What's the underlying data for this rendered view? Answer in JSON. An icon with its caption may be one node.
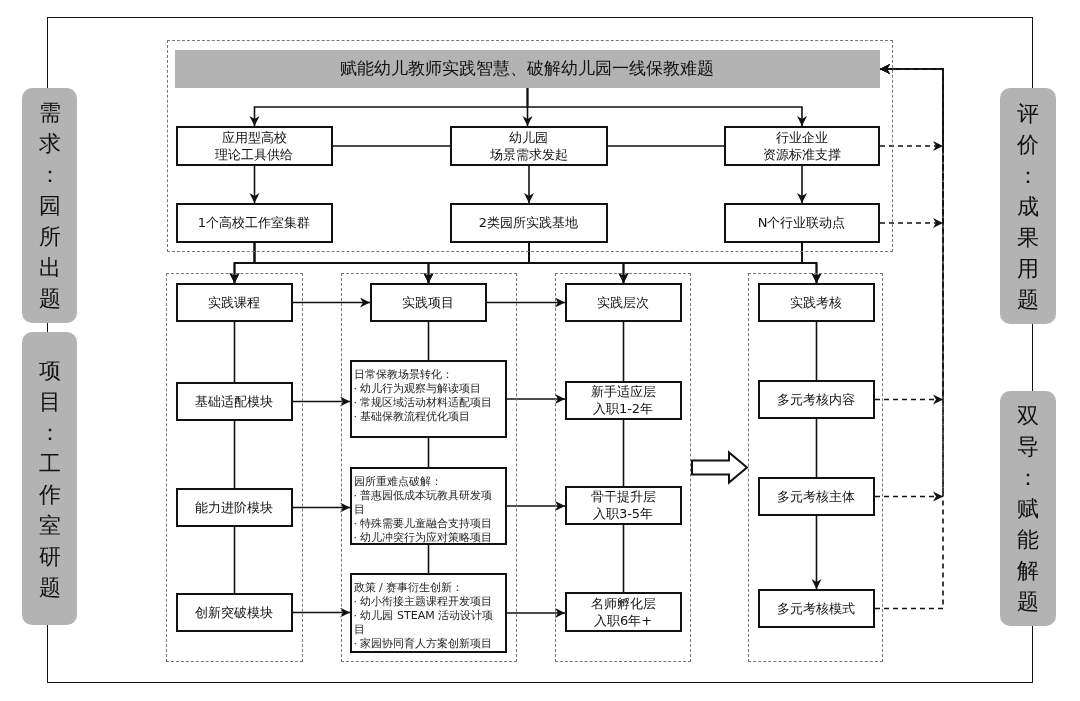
{
  "diagram": {
    "nodes": [
      {
        "text": [],
        "shape": "box"
      },
      {
        "text": [
          "赋能幼儿教师实践智慧、破解幼儿园一线保教难题"
        ],
        "in": 0
      },
      {
        "text": [
          "应用型高校",
          "理论工具供给"
        ],
        "in": 0
      },
      {
        "text": [
          "幼儿园",
          "场景需求发起"
        ],
        "in": 0
      },
      {
        "text": [
          "行业企业",
          "资源标准支撑"
        ],
        "in": 0
      },
      {
        "text": [
          "1个高校工作室集群"
        ],
        "in": 0
      },
      {
        "text": [
          "2类园所实践基地"
        ],
        "in": 0
      },
      {
        "text": [
          "N个行业联动点"
        ],
        "in": 0
      },
      {
        "text": [],
        "shape": "box"
      },
      {
        "text": [
          "实践课程"
        ],
        "in": 8
      },
      {
        "text": [
          "基础适配模块"
        ],
        "in": 8
      },
      {
        "text": [
          "能力进阶模块"
        ],
        "in": 8
      },
      {
        "text": [
          "创新突破模块"
        ],
        "in": 8
      },
      {
        "text": [],
        "shape": "box"
      },
      {
        "text": [
          "实践项目"
        ],
        "in": 13
      },
      {
        "text": [
          "日常保教场景转化：",
          "· 幼儿行为观察与解读项目",
          "· 常规区域活动材料适配项目",
          "· 基础保教流程优化项目"
        ],
        "in": 13
      },
      {
        "text": [
          "园所重难点破解：",
          "· 普惠园低成本玩教具研发项目",
          "· 特殊需要儿童融合支持项目",
          "· 幼儿冲突行为应对策略项目"
        ],
        "in": 13
      },
      {
        "text": [
          "政策 / 赛事衍生创新：",
          "· 幼小衔接主题课程开发项目",
          "· 幼儿园 STEAM 活动设计项目",
          "· 家园协同育人方案创新项目"
        ],
        "in": 13
      },
      {
        "text": [],
        "shape": "box"
      },
      {
        "text": [
          "实践层次"
        ],
        "in": 18
      },
      {
        "text": [
          "新手适应层",
          "入职1-2年"
        ],
        "in": 18
      },
      {
        "text": [
          "骨干提升层",
          "入职3-5年"
        ],
        "in": 18
      },
      {
        "text": [
          "名师孵化层",
          "入职6年+"
        ],
        "in": 18
      },
      {
        "text": [],
        "shape": "box"
      },
      {
        "text": [
          "实践考核"
        ],
        "in": 23
      },
      {
        "text": [
          "多元考核内容"
        ],
        "in": 23
      },
      {
        "text": [
          "多元考核主体"
        ],
        "in": 23
      },
      {
        "text": [
          "多元考核模式"
        ],
        "in": 23
      },
      {
        "text": [
          "需求：园所出题"
        ]
      },
      {
        "text": [
          "项目：工作室研题"
        ]
      },
      {
        "text": [
          "评价：成果用题"
        ]
      },
      {
        "text": [
          "双导：赋能解题"
        ]
      }
    ],
    "edges": [
      {
        "from": 1,
        "to": 2,
        "arrow": "to"
      },
      {
        "from": 1,
        "to": 3,
        "arrow": "to"
      },
      {
        "from": 1,
        "to": 4,
        "arrow": "to"
      },
      {
        "from": 2,
        "to": 3,
        "arrow": "none"
      },
      {
        "from": 3,
        "to": 4,
        "arrow": "none"
      },
      {
        "from": 2,
        "to": 5,
        "arrow": "to"
      },
      {
        "from": 3,
        "to": 6,
        "arrow": "to"
      },
      {
        "from": 4,
        "to": 7,
        "arrow": "to"
      },
      {
        "from": 5,
        "to": 9,
        "arrow": "to"
      },
      {
        "from": 5,
        "to": 14,
        "arrow": "to"
      },
      {
        "from": 5,
        "to": 19,
        "arrow": "to"
      },
      {
        "from": 5,
        "to": 24,
        "arrow": "to"
      },
      {
        "from": 6,
        "to": 9,
        "arrow": "to"
      },
      {
        "from": 6,
        "to": 14,
        "arrow": "to"
      },
      {
        "from": 6,
        "to": 19,
        "arrow": "to"
      },
      {
        "from": 6,
        "to": 24,
        "arrow": "to"
      },
      {
        "from": 7,
        "to": 9,
        "arrow": "to"
      },
      {
        "from": 7,
        "to": 14,
        "arrow": "to"
      },
      {
        "from": 7,
        "to": 19,
        "arrow": "to"
      },
      {
        "from": 7,
        "to": 24,
        "arrow": "to"
      },
      {
        "from": 9,
        "to": 14,
        "arrow": "to"
      },
      {
        "from": 14,
        "to": 19,
        "arrow": "to"
      },
      {
        "from": 9,
        "to": 10,
        "arrow": "none"
      },
      {
        "from": 10,
        "to": 11,
        "arrow": "none"
      },
      {
        "from": 11,
        "to": 12,
        "arrow": "none"
      },
      {
        "from": 14,
        "to": 15,
        "arrow": "none"
      },
      {
        "from": 15,
        "to": 16,
        "arrow": "none"
      },
      {
        "from": 16,
        "to": 17,
        "arrow": "none"
      },
      {
        "from": 19,
        "to": 20,
        "arrow": "none"
      },
      {
        "from": 20,
        "to": 21,
        "arrow": "none"
      },
      {
        "from": 21,
        "to": 22,
        "arrow": "none"
      },
      {
        "from": 24,
        "to": 25,
        "arrow": "none"
      },
      {
        "from": 25,
        "to": 26,
        "arrow": "none"
      },
      {
        "from": 26,
        "to": 27,
        "arrow": "to"
      },
      {
        "from": 10,
        "to": 15,
        "arrow": "to"
      },
      {
        "from": 11,
        "to": 16,
        "arrow": "to"
      },
      {
        "from": 12,
        "to": 17,
        "arrow": "to"
      },
      {
        "from": 15,
        "to": 20,
        "arrow": "to"
      },
      {
        "from": 16,
        "to": 21,
        "arrow": "to"
      },
      {
        "from": 17,
        "to": 22,
        "arrow": "to"
      },
      {
        "from": 18,
        "to": 23,
        "arrow": "to",
        "style": "thick"
      },
      {
        "from": 4,
        "to": 1,
        "arrow": "to",
        "style": "dashed"
      },
      {
        "from": 7,
        "to": 1,
        "arrow": "to",
        "style": "dashed"
      },
      {
        "from": 25,
        "to": 1,
        "arrow": "to",
        "style": "dashed"
      },
      {
        "from": 26,
        "to": 1,
        "arrow": "to",
        "style": "dashed"
      },
      {
        "from": 27,
        "to": 1,
        "arrow": "to",
        "style": "dashed"
      }
    ]
  }
}
